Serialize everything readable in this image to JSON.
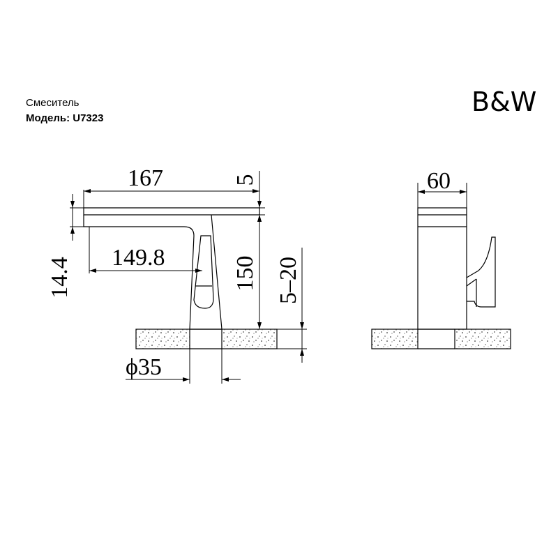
{
  "header": {
    "title": "Смеситель",
    "model": "Модель: U7323",
    "brand": "B&W"
  },
  "dimensions": {
    "length": "167",
    "handle_height": "5",
    "spout_reach": "149.8",
    "spout_gap": "14.4",
    "height": "150",
    "mount_thickness": "5–20",
    "base_diameter": "ϕ35",
    "width": "60"
  }
}
